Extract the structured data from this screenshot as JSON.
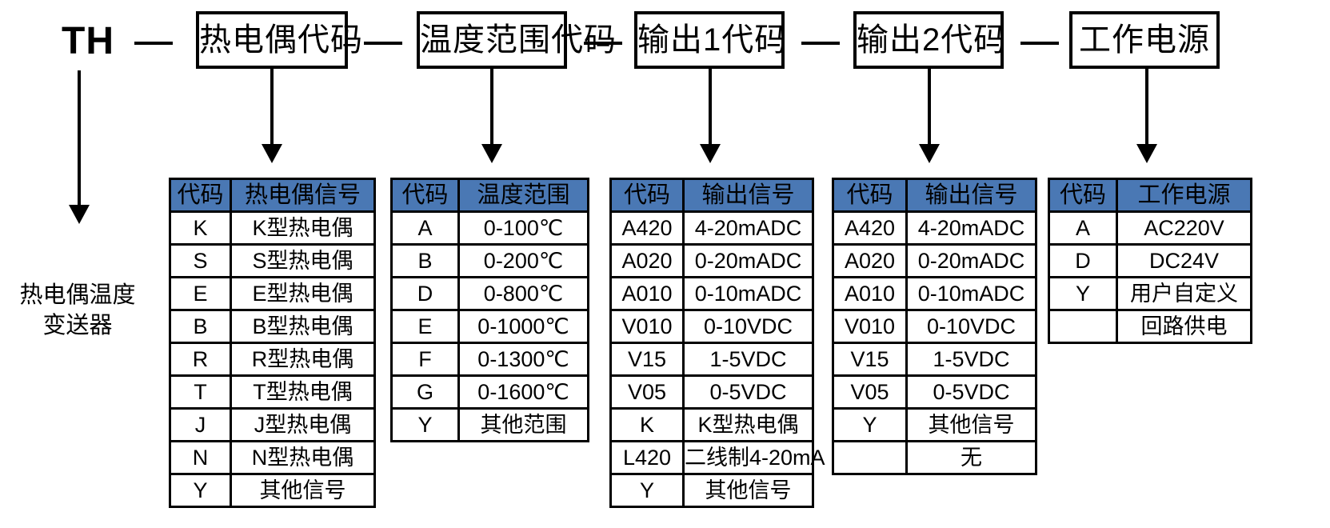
{
  "model": {
    "prefix": "TH",
    "separator": "—",
    "segments": [
      {
        "label": "热电偶代码"
      },
      {
        "label": "温度范围代码"
      },
      {
        "label": "输出1代码"
      },
      {
        "label": "输出2代码"
      },
      {
        "label": "工作电源"
      }
    ]
  },
  "product": {
    "caption_line1": "热电偶温度",
    "caption_line2": "变送器"
  },
  "tables": [
    {
      "name": "thermocouple-code-table",
      "headers": [
        "代码",
        "热电偶信号"
      ],
      "rows": [
        [
          "K",
          "K型热电偶"
        ],
        [
          "S",
          "S型热电偶"
        ],
        [
          "E",
          "E型热电偶"
        ],
        [
          "B",
          "B型热电偶"
        ],
        [
          "R",
          "R型热电偶"
        ],
        [
          "T",
          "T型热电偶"
        ],
        [
          "J",
          "J型热电偶"
        ],
        [
          "N",
          "N型热电偶"
        ],
        [
          "Y",
          "其他信号"
        ]
      ]
    },
    {
      "name": "temperature-range-table",
      "headers": [
        "代码",
        "温度范围"
      ],
      "rows": [
        [
          "A",
          "0-100℃"
        ],
        [
          "B",
          "0-200℃"
        ],
        [
          "D",
          "0-800℃"
        ],
        [
          "E",
          "0-1000℃"
        ],
        [
          "F",
          "0-1300℃"
        ],
        [
          "G",
          "0-1600℃"
        ],
        [
          "Y",
          "其他范围"
        ]
      ]
    },
    {
      "name": "output1-code-table",
      "headers": [
        "代码",
        "输出信号"
      ],
      "rows": [
        [
          "A420",
          "4-20mADC"
        ],
        [
          "A020",
          "0-20mADC"
        ],
        [
          "A010",
          "0-10mADC"
        ],
        [
          "V010",
          "0-10VDC"
        ],
        [
          "V15",
          "1-5VDC"
        ],
        [
          "V05",
          "0-5VDC"
        ],
        [
          "K",
          "K型热电偶"
        ],
        [
          "L420",
          "二线制4-20mA"
        ],
        [
          "Y",
          "其他信号"
        ]
      ]
    },
    {
      "name": "output2-code-table",
      "headers": [
        "代码",
        "输出信号"
      ],
      "rows": [
        [
          "A420",
          "4-20mADC"
        ],
        [
          "A020",
          "0-20mADC"
        ],
        [
          "A010",
          "0-10mADC"
        ],
        [
          "V010",
          "0-10VDC"
        ],
        [
          "V15",
          "1-5VDC"
        ],
        [
          "V05",
          "0-5VDC"
        ],
        [
          "Y",
          "其他信号"
        ],
        [
          "",
          "无"
        ]
      ]
    },
    {
      "name": "power-supply-table",
      "headers": [
        "代码",
        "工作电源"
      ],
      "rows": [
        [
          "A",
          "AC220V"
        ],
        [
          "D",
          "DC24V"
        ],
        [
          "Y",
          "用户自定义"
        ],
        [
          "",
          "回路供电"
        ]
      ]
    }
  ],
  "colors": {
    "header_blue": "#4a78b4",
    "line_black": "#000000",
    "background": "#ffffff"
  }
}
